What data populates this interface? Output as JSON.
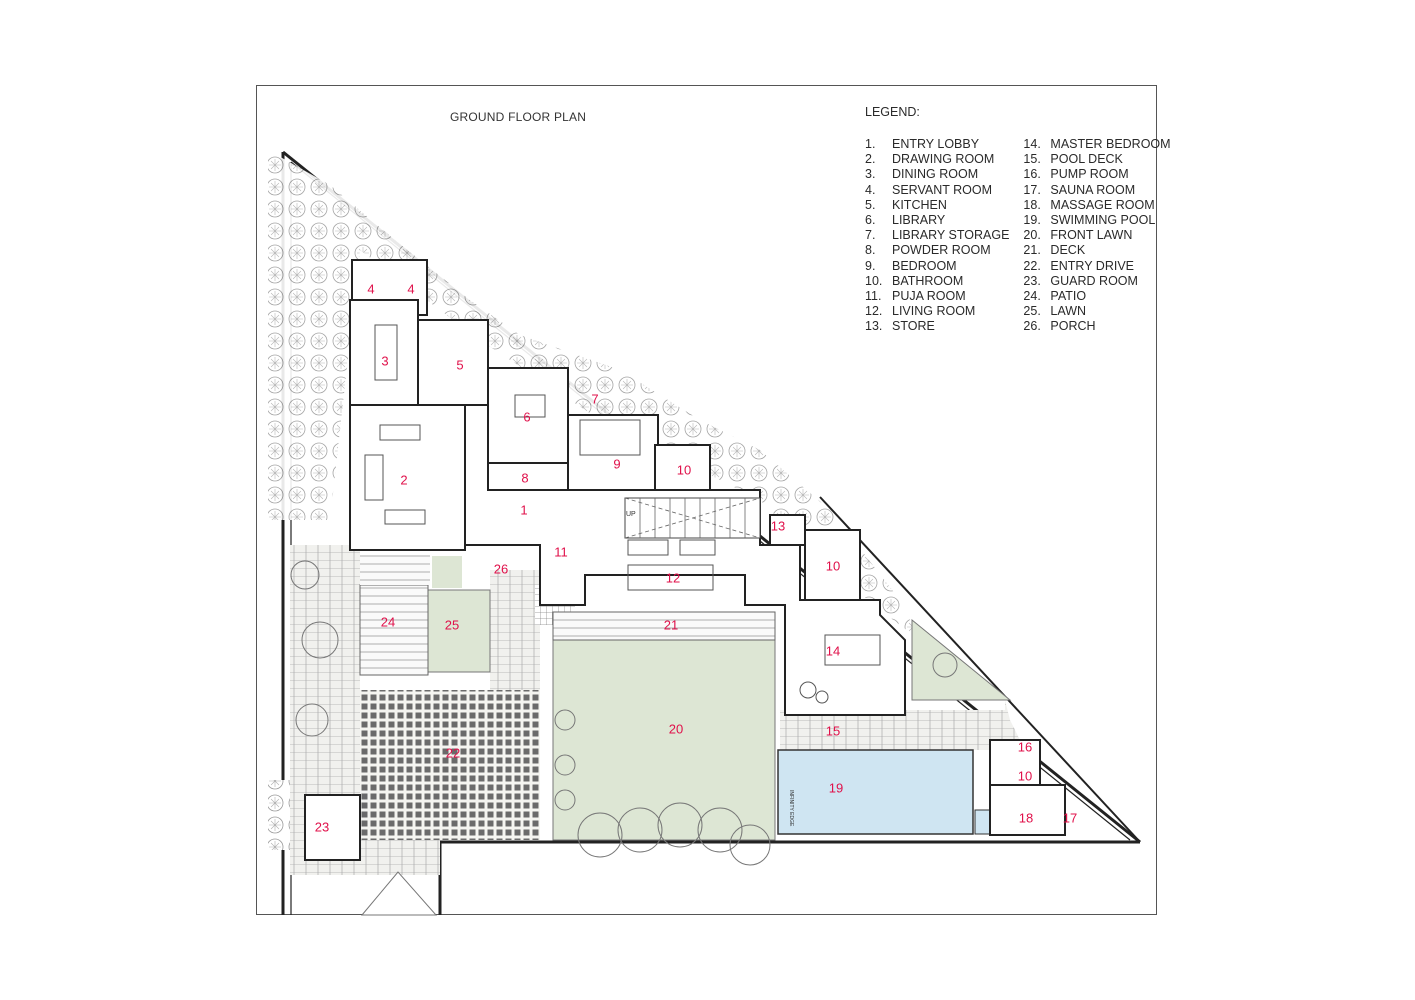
{
  "title": "GROUND FLOOR PLAN",
  "legend": {
    "heading": "LEGEND:",
    "items": [
      {
        "num": "1.",
        "label": "ENTRY LOBBY"
      },
      {
        "num": "2.",
        "label": "DRAWING ROOM"
      },
      {
        "num": "3.",
        "label": "DINING ROOM"
      },
      {
        "num": "4.",
        "label": "SERVANT ROOM"
      },
      {
        "num": "5.",
        "label": "KITCHEN"
      },
      {
        "num": "6.",
        "label": "LIBRARY"
      },
      {
        "num": "7.",
        "label": "LIBRARY STORAGE"
      },
      {
        "num": "8.",
        "label": "POWDER ROOM"
      },
      {
        "num": "9.",
        "label": "BEDROOM"
      },
      {
        "num": "10.",
        "label": "BATHROOM"
      },
      {
        "num": "11.",
        "label": "PUJA ROOM"
      },
      {
        "num": "12.",
        "label": "LIVING ROOM"
      },
      {
        "num": "13.",
        "label": "STORE"
      },
      {
        "num": "14.",
        "label": "MASTER BEDROOM"
      },
      {
        "num": "15.",
        "label": "POOL DECK"
      },
      {
        "num": "16.",
        "label": "PUMP ROOM"
      },
      {
        "num": "17.",
        "label": "SAUNA ROOM"
      },
      {
        "num": "18.",
        "label": "MASSAGE ROOM"
      },
      {
        "num": "19.",
        "label": "SWIMMING POOL"
      },
      {
        "num": "20.",
        "label": "FRONT LAWN"
      },
      {
        "num": "21.",
        "label": "DECK"
      },
      {
        "num": "22.",
        "label": "ENTRY DRIVE"
      },
      {
        "num": "23.",
        "label": "GUARD ROOM"
      },
      {
        "num": "24.",
        "label": "PATIO"
      },
      {
        "num": "25.",
        "label": "LAWN"
      },
      {
        "num": "26.",
        "label": "PORCH"
      }
    ]
  },
  "plan_labels": [
    "4",
    "4",
    "3",
    "5",
    "6",
    "7",
    "2",
    "8",
    "9",
    "10",
    "1",
    "13",
    "11",
    "26",
    "12",
    "10",
    "24",
    "25",
    "21",
    "14",
    "20",
    "15",
    "22",
    "16",
    "10",
    "19",
    "23",
    "18",
    "17"
  ],
  "plan_small_labels": {
    "stair": "UP",
    "pool_edge": "INFINITY EDGE"
  },
  "colors": {
    "label": "#e0104a",
    "lawn": "#dde6d4",
    "pool": "#cfe5f2",
    "wall": "#222222",
    "tree": "#8e8e8e"
  }
}
